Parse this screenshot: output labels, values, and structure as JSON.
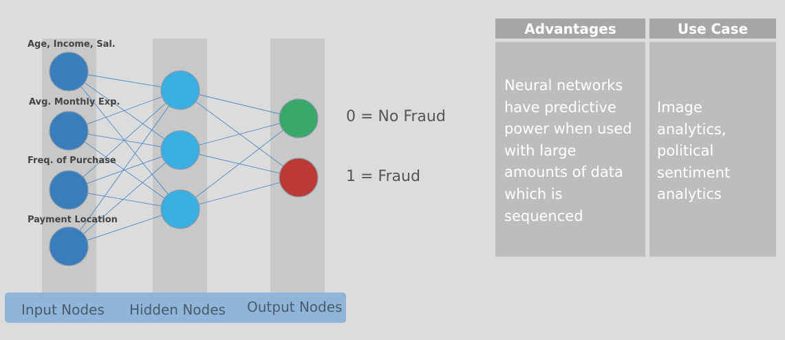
{
  "input_nodes": [
    {
      "label": "Age, Income, Sal."
    },
    {
      "label": "Avg. Monthly Exp."
    },
    {
      "label": "Freq. of Purchase"
    },
    {
      "label": "Payment Location"
    }
  ],
  "outputs": [
    {
      "label": "0 = No Fraud",
      "color": "#3aa86b"
    },
    {
      "label": "1 = Fraud",
      "color": "#bb3a36"
    }
  ],
  "footer": {
    "input": "Input Nodes",
    "hidden": "Hidden Nodes",
    "output": "Output Nodes"
  },
  "colors": {
    "input_node": "#3a7dbd",
    "hidden_node": "#3aaee0",
    "edge": "#4a86c8"
  },
  "table": {
    "headers": [
      "Advantages",
      "Use Case"
    ],
    "advantages": [
      "Neural networks",
      "have predictive",
      "power when used",
      "with large",
      "amounts of data",
      "which is",
      "sequenced"
    ],
    "use_case": [
      "Image",
      "analytics,",
      "political",
      "sentiment",
      "analytics"
    ]
  }
}
